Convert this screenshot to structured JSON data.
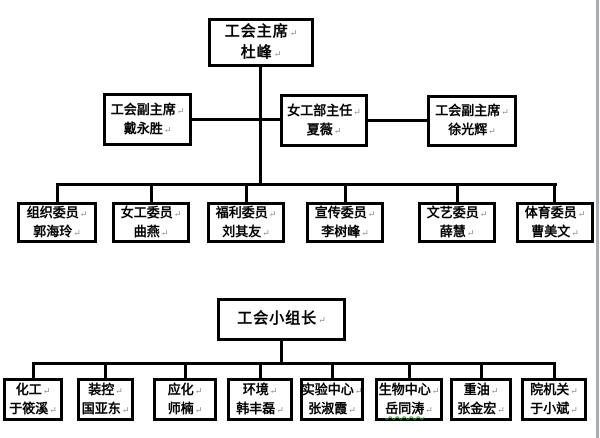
{
  "colors": {
    "line": "#000000",
    "box_border": "#000000",
    "box_fill": "#ffffff",
    "spellcheck_underline": "#2fa52f",
    "edge_strip": "#a9aeb6",
    "return_mark_color": "#8a8a8a"
  },
  "marks": {
    "return_mark": "↵"
  },
  "org": {
    "root": {
      "id": "chairman",
      "title": "工会主席",
      "name": "杜峰"
    },
    "deputies": [
      {
        "id": "deputy-dai",
        "title": "工会副主席",
        "name": "戴永胜"
      },
      {
        "id": "women-director",
        "title": "女工部主任",
        "name": "夏薇"
      },
      {
        "id": "deputy-xu",
        "title": "工会副主席",
        "name": "徐光辉"
      }
    ],
    "committee": [
      {
        "id": "org-committee",
        "title": "组织委员",
        "name": "郭海玲"
      },
      {
        "id": "women-committee",
        "title": "女工委员",
        "name": "曲燕"
      },
      {
        "id": "welfare-committee",
        "title": "福利委员",
        "name": "刘其友"
      },
      {
        "id": "publicity-committee",
        "title": "宣传委员",
        "name": "李树峰"
      },
      {
        "id": "arts-committee",
        "title": "文艺委员",
        "name": "薛慧"
      },
      {
        "id": "sports-committee",
        "title": "体育委员",
        "name": "曹美文"
      }
    ],
    "group_leader": {
      "id": "group-leader",
      "title": "工会小组长",
      "name": ""
    },
    "groups": [
      {
        "id": "group-huagong",
        "title": "化工",
        "name": "于筱溪"
      },
      {
        "id": "group-zhuangkong",
        "title": "装控",
        "name": "国亚东"
      },
      {
        "id": "group-yinghua",
        "title": "应化",
        "name": "师楠"
      },
      {
        "id": "group-huanjing",
        "title": "环境",
        "name": "韩丰磊"
      },
      {
        "id": "group-shiyan",
        "title": "实验中心",
        "name": "张淑霞"
      },
      {
        "id": "group-shengwu",
        "title": "生物中心",
        "name": "岳同涛",
        "spellcheck_underline": true
      },
      {
        "id": "group-zhongyou",
        "title": "重油",
        "name": "张金宏"
      },
      {
        "id": "group-yuanjiguan",
        "title": "院机关",
        "name": "于小斌"
      }
    ]
  }
}
